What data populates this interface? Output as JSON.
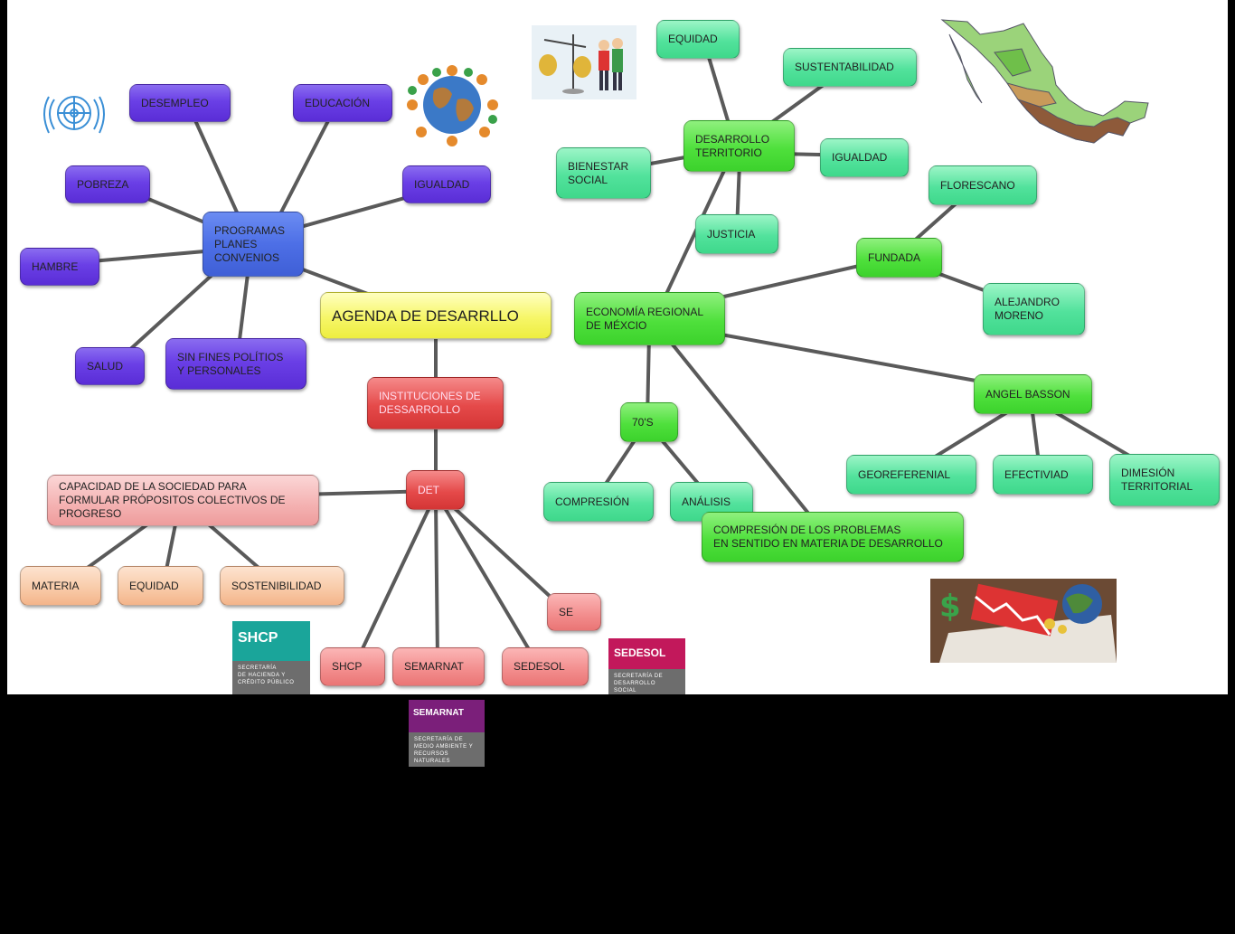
{
  "diagram": {
    "central": "AGENDA DE DESARRLLO",
    "purple_nodes": {
      "programas": "PROGRAMAS\nPLANES\nCONVENIOS",
      "desempleo": "DESEMPLEO",
      "educacion": "EDUCACIÓN",
      "pobreza": "POBREZA",
      "igualdad": "IGUALDAD",
      "hambre": "HAMBRE",
      "salud": "SALUD",
      "sin_fines": "SIN FINES POLÍTIOS\nY PERSONALES"
    },
    "red_nodes": {
      "instituciones": "INSTITUCIONES DE\nDESSARROLLO",
      "det": "DET",
      "capacidad": "CAPACIDAD DE LA SOCIEDAD PARA\nFORMULAR PRÓPOSITOS COLECTIVOS DE\nPROGRESO",
      "materia": "MATERIA",
      "equidad": "EQUIDAD",
      "sostenibilidad": "SOSTENIBILIDAD",
      "shcp": "SHCP",
      "semarnat": "SEMARNAT",
      "sedesol": "SEDESOL",
      "se": "SE"
    },
    "green_nodes": {
      "equidad": "EQUIDAD",
      "sustentabilidad": "SUSTENTABILIDAD",
      "desarrollo_territorio": "DESARROLLO\nTERRITORIO",
      "igualdad": "IGUALDAD",
      "bienestar": "BIENESTAR\nSOCIAL",
      "justicia": "JUSTICIA",
      "florescano": "FLORESCANO",
      "fundada": "FUNDADA",
      "economia": "ECONOMÍA REGIONAL\nDE MÉXCIO",
      "alejandro": "ALEJANDRO\nMORENO",
      "angel": "ANGEL BASSON",
      "setentas": "70'S",
      "georeferenial": "GEOREFERENIAL",
      "efectiviad": "EFECTIVIAD",
      "dimesion": "DIMESIÓN\nTERRITORIAL",
      "compresion": "COMPRESIÓN",
      "analisis": "ANÁLISIS",
      "compresion_problemas": "COMPRESIÓN DE LOS PROBLEMAS\nEN SENTIDO EN MATERIA DE DESARROLLO"
    }
  },
  "logos": {
    "shcp": {
      "title": "SHCP",
      "subtitle": "SECRETARÍA\nDE HACIENDA Y\nCRÉDITO PÚBLICO"
    },
    "sedesol": {
      "title": "SEDESOL",
      "subtitle": "SECRETARÍA DE\nDESARROLLO SOCIAL"
    },
    "semarnat": {
      "title": "SEMARNAT",
      "subtitle": "SECRETARÍA DE\nMEDIO AMBIENTE Y\nRECURSOS NATURALES"
    }
  },
  "colors": {
    "link": "#555555",
    "shcp": "#1aa59a",
    "sedesol": "#c2185b",
    "semarnat": "#7b1f7a",
    "logo_gray": "#6d6d6d"
  }
}
